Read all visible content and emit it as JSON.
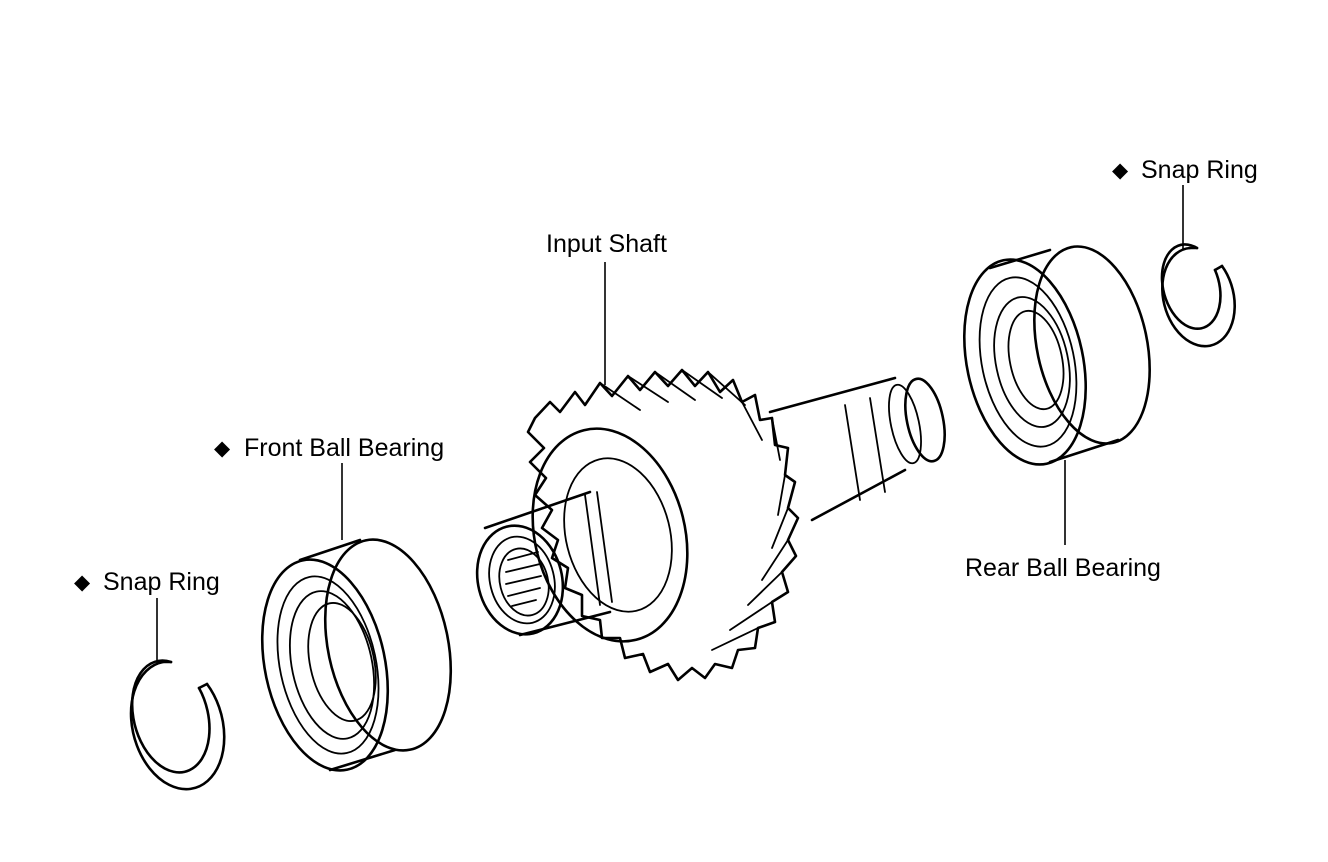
{
  "labels": {
    "snap_ring_right": {
      "bullet": "◆",
      "text": "Snap Ring"
    },
    "input_shaft": {
      "text": "Input Shaft"
    },
    "front_ball_bearing": {
      "bullet": "◆",
      "text": "Front Ball Bearing"
    },
    "snap_ring_left": {
      "bullet": "◆",
      "text": "Snap Ring"
    },
    "rear_ball_bearing": {
      "text": "Rear Ball Bearing"
    }
  }
}
